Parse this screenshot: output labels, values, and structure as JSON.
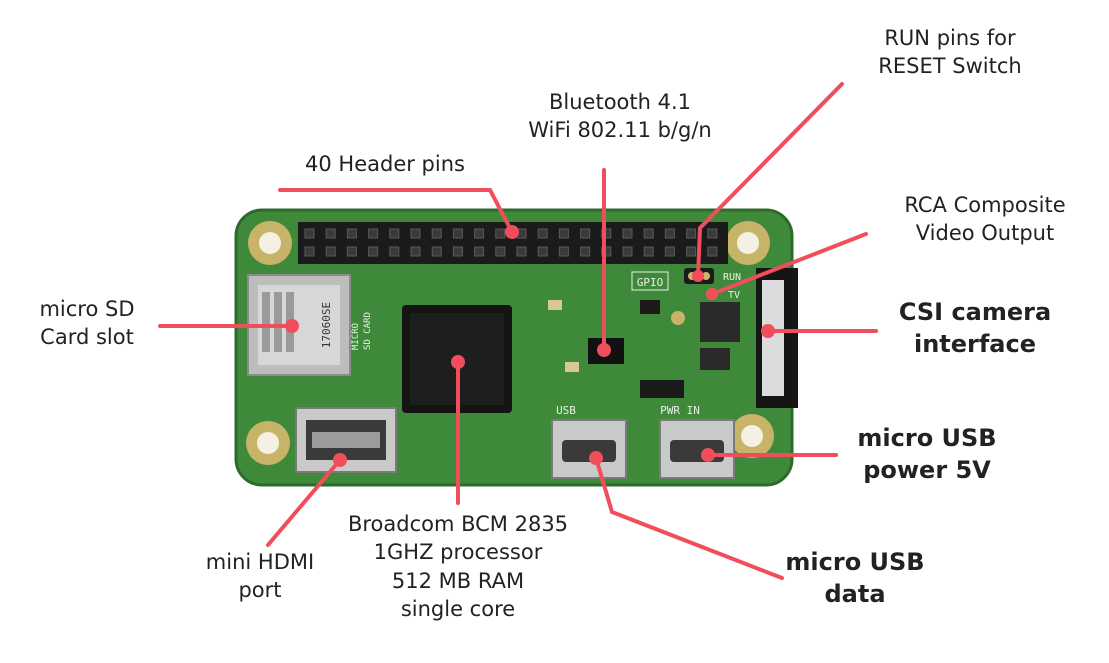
{
  "colors": {
    "callout": "#ef4e5a",
    "pcb": "#3f8a3a",
    "pcb_dark": "#2d6a2b",
    "header": "#1b1b1b",
    "metal": "#c9c9c9",
    "chip": "#141414",
    "gold": "#c8b469"
  },
  "labels": {
    "run_pins": [
      "RUN pins for",
      "RESET Switch"
    ],
    "bluetooth": [
      "Bluetooth 4.1",
      "WiFi 802.11 b/g/n"
    ],
    "header_pins": [
      "40 Header pins"
    ],
    "rca": [
      "RCA Composite",
      "Video Output"
    ],
    "microsd": [
      "micro SD",
      "Card slot"
    ],
    "csi": [
      "CSI camera",
      "interface"
    ],
    "usb_power": [
      "micro USB",
      "power 5V"
    ],
    "usb_data": [
      "micro USB",
      "data"
    ],
    "hdmi": [
      "mini HDMI",
      "port"
    ],
    "soc": [
      "Broadcom BCM 2835",
      "1GHZ processor",
      "512 MB RAM",
      "single core"
    ]
  },
  "board_text": {
    "gpio": "GPIO",
    "run": "RUN",
    "tv": "TV",
    "micro_sd_card": [
      "MICRO",
      "SD CARD"
    ],
    "sd_code": "17060SE",
    "usb": "USB",
    "pwr_in": "PWR IN"
  }
}
